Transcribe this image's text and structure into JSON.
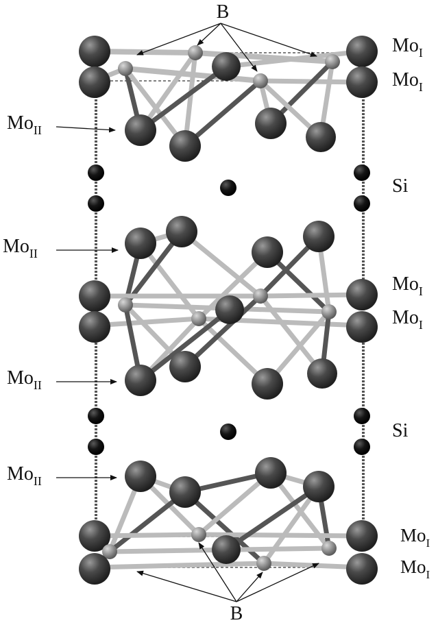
{
  "labels": {
    "b_top": "B",
    "b_bottom": "B",
    "mo_i_1": {
      "base": "Mo",
      "sub": "I"
    },
    "mo_i_2": {
      "base": "Mo",
      "sub": "I"
    },
    "mo_i_3": {
      "base": "Mo",
      "sub": "I"
    },
    "mo_i_4": {
      "base": "Mo",
      "sub": "I"
    },
    "mo_i_5": {
      "base": "Mo",
      "sub": "I"
    },
    "mo_i_6": {
      "base": "Mo",
      "sub": "I"
    },
    "mo_ii_1": {
      "base": "Mo",
      "sub": "II"
    },
    "mo_ii_2": {
      "base": "Mo",
      "sub": "II"
    },
    "mo_ii_3": {
      "base": "Mo",
      "sub": "II"
    },
    "mo_ii_4": {
      "base": "Mo",
      "sub": "II"
    },
    "si_1": "Si",
    "si_2": "Si"
  },
  "colors": {
    "mo_atom": "#3a3a3a",
    "mo_atom_highlight": "#9a9a9a",
    "b_atom": "#8a8a8a",
    "si_atom": "#0a0a0a",
    "bond_light": "#b8b8b8",
    "bond_dark": "#555555",
    "cell_line": "#555555"
  }
}
